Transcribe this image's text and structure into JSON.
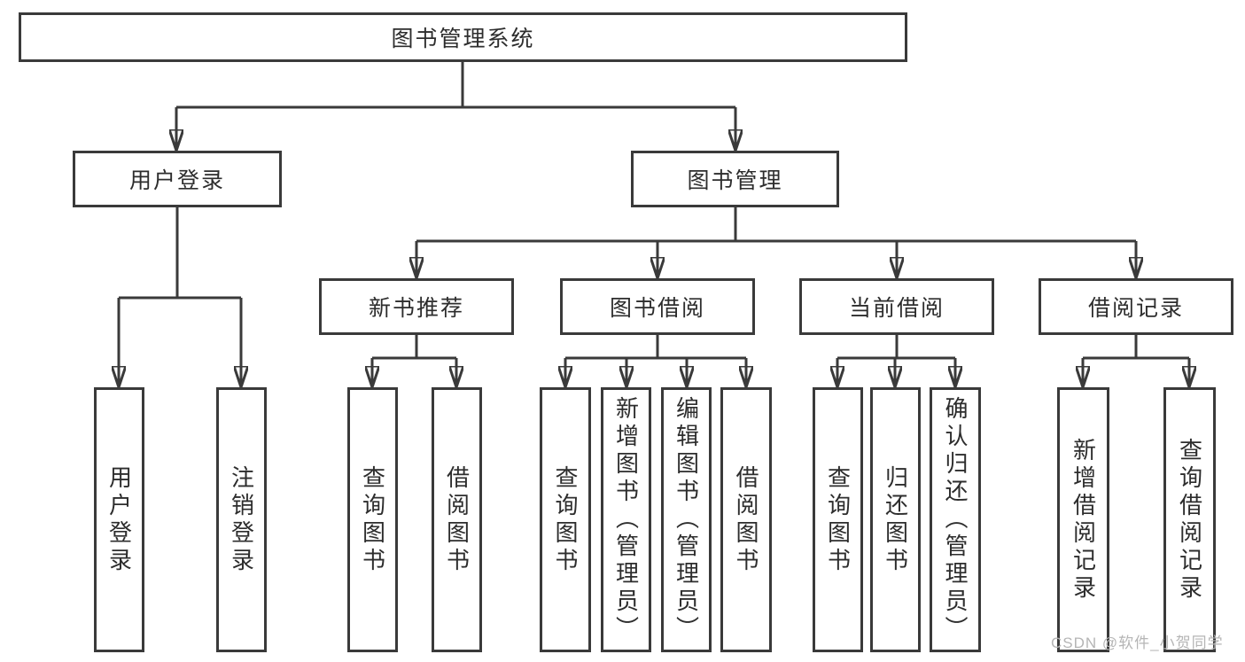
{
  "diagram": {
    "type": "tree",
    "colors": {
      "line": "#3a3a3a",
      "box_border": "#3a3a3a",
      "box_fill": "#ffffff",
      "text": "#2d2d2d",
      "watermark": "#b5b5b5"
    },
    "nodes": {
      "root": {
        "label": "图书管理系统"
      },
      "user_login": {
        "label": "用户登录"
      },
      "book_mgmt": {
        "label": "图书管理"
      },
      "new_book_rec": {
        "label": "新书推荐"
      },
      "book_borrow": {
        "label": "图书借阅"
      },
      "current_borrow": {
        "label": "当前借阅"
      },
      "borrow_records": {
        "label": "借阅记录"
      },
      "leaf_user_login": {
        "label": "用户登录"
      },
      "leaf_logout": {
        "label": "注销登录"
      },
      "leaf_query_book_1": {
        "label": "查询图书"
      },
      "leaf_borrow_book_1": {
        "label": "借阅图书"
      },
      "leaf_query_book_2": {
        "label": "查询图书"
      },
      "leaf_add_book": {
        "label": "新增图书（管理员）"
      },
      "leaf_edit_book": {
        "label": "编辑图书（管理员）"
      },
      "leaf_borrow_book_2": {
        "label": "借阅图书"
      },
      "leaf_query_book_3": {
        "label": "查询图书"
      },
      "leaf_return_book": {
        "label": "归还图书"
      },
      "leaf_confirm_return": {
        "label": "确认归还（管理员）"
      },
      "leaf_add_borrow_record": {
        "label": "新增借阅记录"
      },
      "leaf_query_borrow_record": {
        "label": "查询借阅记录"
      }
    },
    "watermark": "CSDN @软件_小贺同学"
  }
}
